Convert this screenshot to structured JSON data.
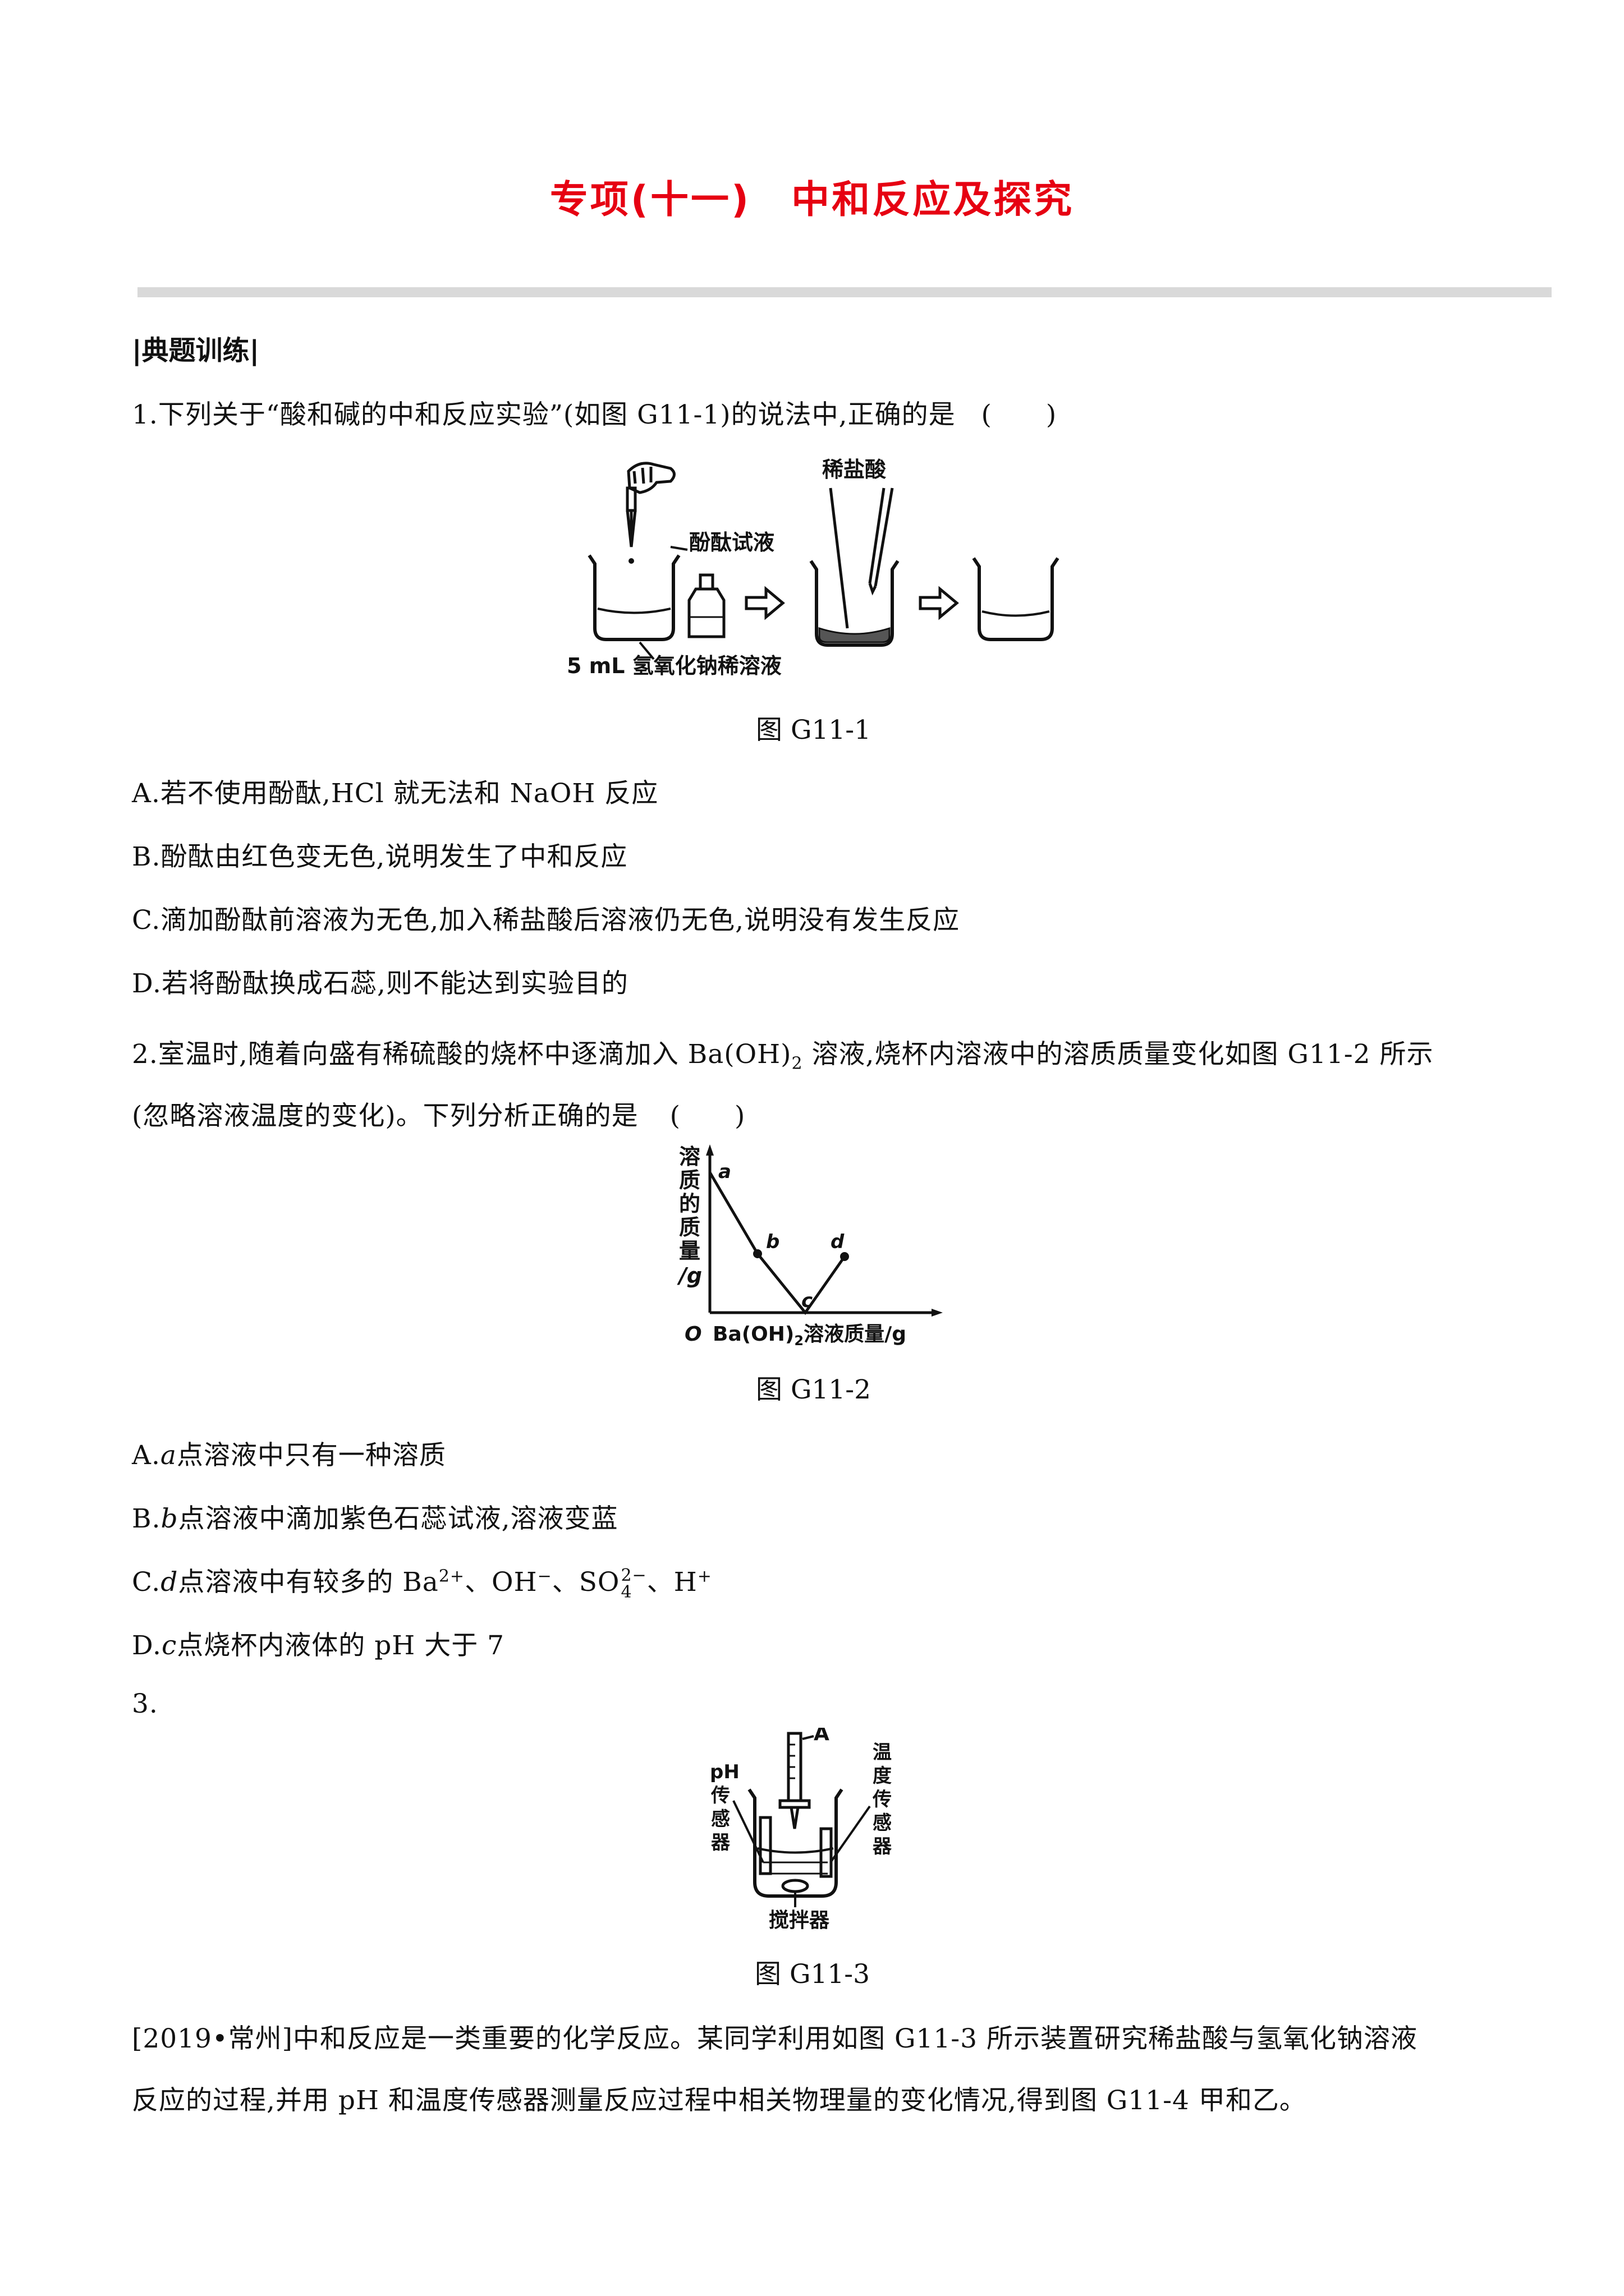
{
  "title": "专项(十一)　中和反应及探究",
  "section": "|典题训练|",
  "q1": {
    "stem": "1.下列关于“酸和碱的中和反应实验”(如图 G11-1)的说法中,正确的是",
    "paren": "(　　)",
    "fig_labels": {
      "indicator": "酚酞试液",
      "acid": "稀盐酸",
      "base": "5 mL 氢氧化钠稀溶液"
    },
    "caption": "图 G11-1",
    "options": [
      "A.若不使用酚酞,HCl 就无法和 NaOH 反应",
      "B.酚酞由红色变无色,说明发生了中和反应",
      "C.滴加酚酞前溶液为无色,加入稀盐酸后溶液仍无色,说明没有发生反应",
      "D.若将酚酞换成石蕊,则不能达到实验目的"
    ]
  },
  "q2": {
    "stem_line1_a": "2.室温时,随着向盛有稀硫酸的烧杯中逐滴加入 Ba(OH)",
    "stem_line1_sub": "2",
    "stem_line1_b": " 溶液,烧杯内溶液中的溶质质量变化如图 G11-2 所示",
    "stem_line2": "(忽略溶液温度的变化)。下列分析正确的是",
    "paren": "(　　)",
    "chart": {
      "ylabel_chars": [
        "溶",
        "质",
        "的",
        "质",
        "量",
        "/g"
      ],
      "origin": "O",
      "xlabel_a": "Ba(OH)",
      "xlabel_sub": "2",
      "xlabel_b": "溶液质量/g",
      "points": [
        "a",
        "b",
        "c",
        "d"
      ]
    },
    "caption": "图 G11-2",
    "options": [
      {
        "prefix": "A.",
        "var": "a",
        "rest": "点溶液中只有一种溶质"
      },
      {
        "prefix": "B.",
        "var": "b",
        "rest": "点溶液中滴加紫色石蕊试液,溶液变蓝"
      },
      {
        "prefix": "C.",
        "var": "d",
        "rest": "点溶液中有较多的 Ba",
        "ions": [
          "2+",
          "、OH",
          "−",
          "、SO",
          "4",
          "2−",
          "、H",
          "+"
        ]
      },
      {
        "prefix": "D.",
        "var": "c",
        "rest": "点烧杯内液体的 pH 大于 7"
      }
    ]
  },
  "q3": {
    "number": "3.",
    "fig_labels": {
      "a": "A",
      "ph": [
        "pH",
        "传",
        "感",
        "器"
      ],
      "temp": [
        "温",
        "度",
        "传",
        "感",
        "器"
      ],
      "stirrer": "搅拌器"
    },
    "caption": "图 G11-3",
    "para_line1": "[2019•常州]中和反应是一类重要的化学反应。某同学利用如图 G11-3 所示装置研究稀盐酸与氢氧化钠溶液",
    "para_line2": "反应的过程,并用 pH 和温度传感器测量反应过程中相关物理量的变化情况,得到图 G11-4 甲和乙。"
  }
}
